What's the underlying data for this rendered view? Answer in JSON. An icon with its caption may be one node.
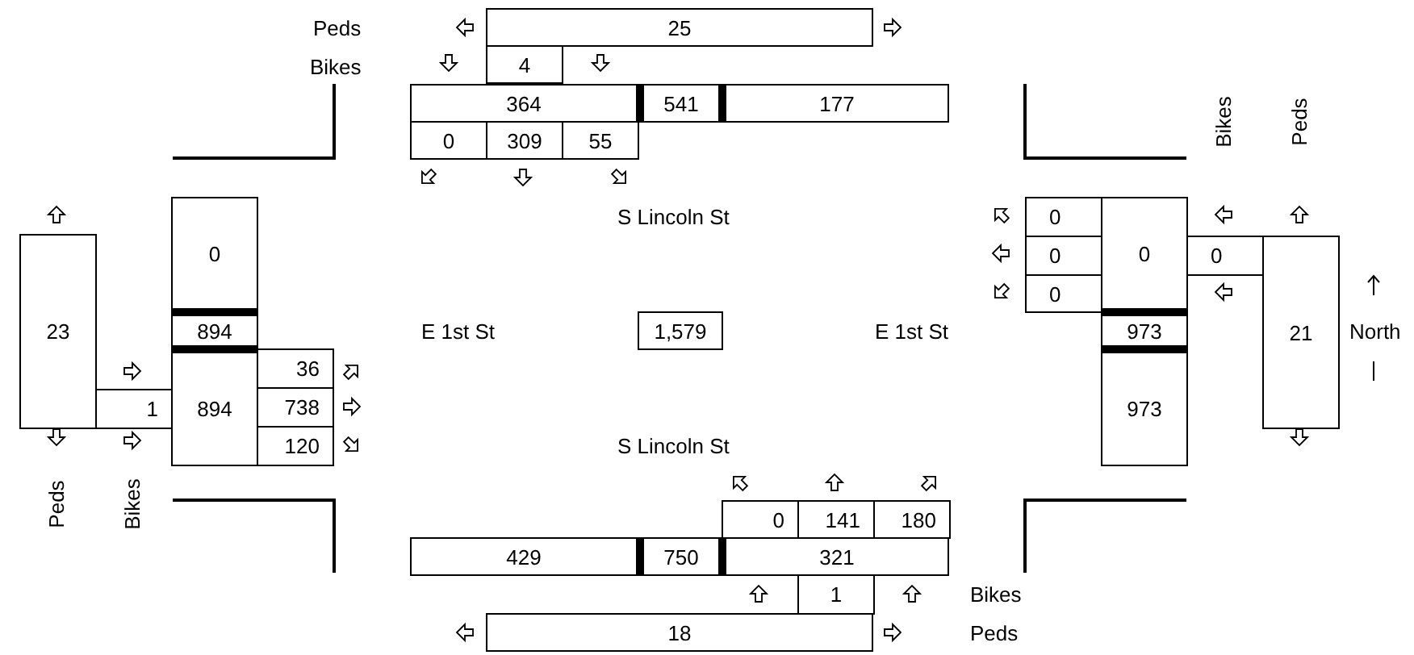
{
  "diagram": {
    "nodes": [
      {
        "text": [
          "25"
        ]
      },
      {
        "text": [
          "4"
        ]
      },
      {
        "text": [
          "364"
        ]
      },
      {
        "text": [
          "541"
        ]
      },
      {
        "text": [
          "177"
        ]
      },
      {
        "text": [
          "0"
        ]
      },
      {
        "text": [
          "309"
        ]
      },
      {
        "text": [
          "55"
        ]
      },
      {
        "text": [
          "23"
        ]
      },
      {
        "text": [
          "1"
        ]
      },
      {
        "text": [
          "0"
        ]
      },
      {
        "text": [
          "894"
        ]
      },
      {
        "text": [
          "894"
        ]
      },
      {
        "text": [
          "36"
        ]
      },
      {
        "text": [
          "738"
        ]
      },
      {
        "text": [
          "120"
        ]
      },
      {
        "text": [
          "1,579"
        ]
      },
      {
        "text": [
          "0"
        ]
      },
      {
        "text": [
          "0"
        ]
      },
      {
        "text": [
          "0"
        ]
      },
      {
        "text": [
          "0"
        ]
      },
      {
        "text": [
          "0"
        ]
      },
      {
        "text": [
          "21"
        ]
      },
      {
        "text": [
          "973"
        ]
      },
      {
        "text": [
          "973"
        ]
      },
      {
        "text": [
          "0"
        ]
      },
      {
        "text": [
          "141"
        ]
      },
      {
        "text": [
          "180"
        ]
      },
      {
        "text": [
          "429"
        ]
      },
      {
        "text": [
          "750"
        ]
      },
      {
        "text": [
          "321"
        ]
      },
      {
        "text": [
          "1"
        ]
      },
      {
        "text": [
          "18"
        ]
      }
    ],
    "labels": [
      "Peds",
      "Bikes",
      "Bikes",
      "Peds",
      "S Lincoln St",
      "E 1st St",
      "E 1st St",
      "North",
      "S Lincoln St",
      "Peds",
      "Bikes",
      "Bikes",
      "Peds"
    ]
  }
}
